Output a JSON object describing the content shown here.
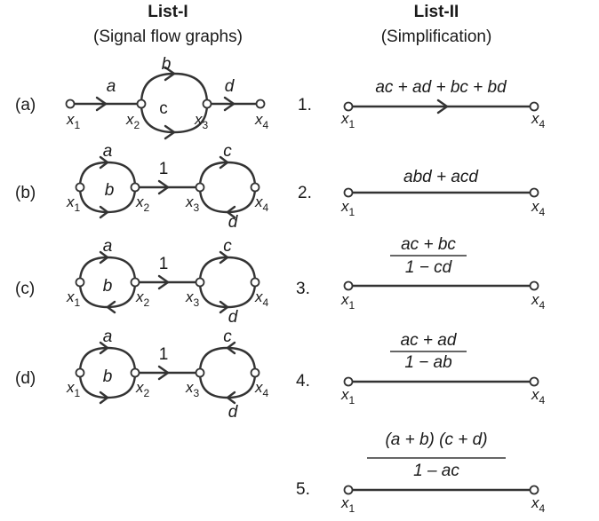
{
  "list1": {
    "title": "List-I",
    "subtitle": "(Signal flow graphs)"
  },
  "list2": {
    "title": "List-II",
    "subtitle": "(Simplification)"
  },
  "node_prefix": "x",
  "graphs": [
    {
      "label": "(a)",
      "gains": {
        "top": "b",
        "bottom": "c",
        "first": "a",
        "last": "d"
      },
      "nodes": [
        "1",
        "2",
        "3",
        "4"
      ]
    },
    {
      "label": "(b)",
      "gains": {
        "loop1_top": "a",
        "loop1_inner": "b",
        "bridge": "1",
        "loop2_top": "c",
        "loop2_bottom": "d"
      },
      "nodes": [
        "1",
        "2",
        "3",
        "4"
      ]
    },
    {
      "label": "(c)",
      "gains": {
        "loop1_top": "a",
        "loop1_inner": "b",
        "bridge": "1",
        "loop2_top": "c",
        "loop2_bottom": "d"
      },
      "nodes": [
        "1",
        "2",
        "3",
        "4"
      ]
    },
    {
      "label": "(d)",
      "gains": {
        "loop1_top": "a",
        "loop1_inner": "b",
        "bridge": "1",
        "loop2_top": "c",
        "loop2_bottom": "d"
      },
      "nodes": [
        "1",
        "2",
        "3",
        "4"
      ]
    }
  ],
  "options": [
    {
      "num": "1.",
      "expr": "ac + ad + bc + bd",
      "nodes": [
        "1",
        "4"
      ]
    },
    {
      "num": "2.",
      "expr": "abd + acd",
      "nodes": [
        "1",
        "4"
      ]
    },
    {
      "num": "3.",
      "numerator": "ac + bc",
      "denominator": "1 − cd",
      "nodes": [
        "1",
        "4"
      ]
    },
    {
      "num": "4.",
      "numerator": "ac + ad",
      "denominator": "1 − ab",
      "nodes": [
        "1",
        "4"
      ]
    },
    {
      "num": "5.",
      "numerator": "(a + b) (c + d)",
      "denominator": "1 – ac",
      "nodes": [
        "1",
        "4"
      ]
    }
  ]
}
